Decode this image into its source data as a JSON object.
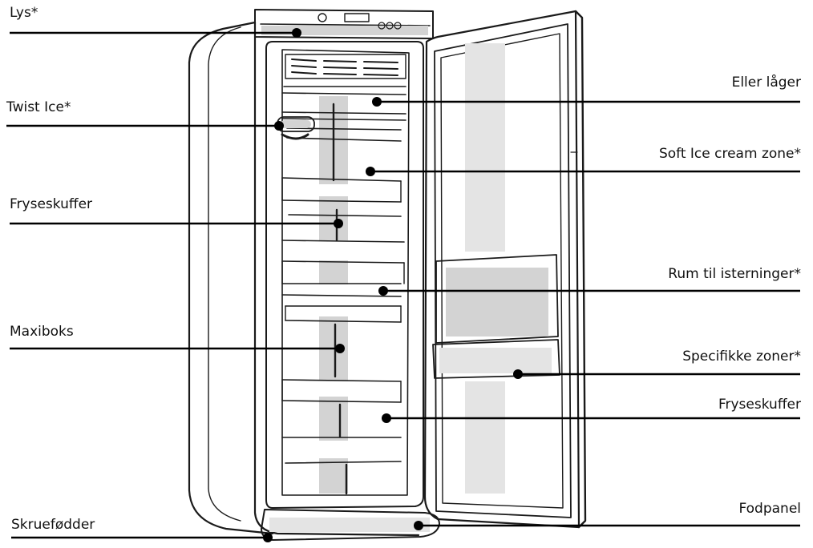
{
  "labels": {
    "lys": "Lys*",
    "twist_ice": "Twist Ice*",
    "fryseskuffer_left": "Fryseskuffer",
    "maxiboks": "Maxiboks",
    "skruefodder": "Skruefødder",
    "eller_lager": "Eller låger",
    "soft_ice": "Soft Ice cream zone*",
    "rum_isterninger": "Rum til isterninger*",
    "specifikke_zoner": "Specifikke zoner*",
    "fryseskuffer_right": "Fryseskuffer",
    "fodpanel": "Fodpanel"
  },
  "colors": {
    "line": "#000000",
    "shading": "#d3d3d3"
  }
}
